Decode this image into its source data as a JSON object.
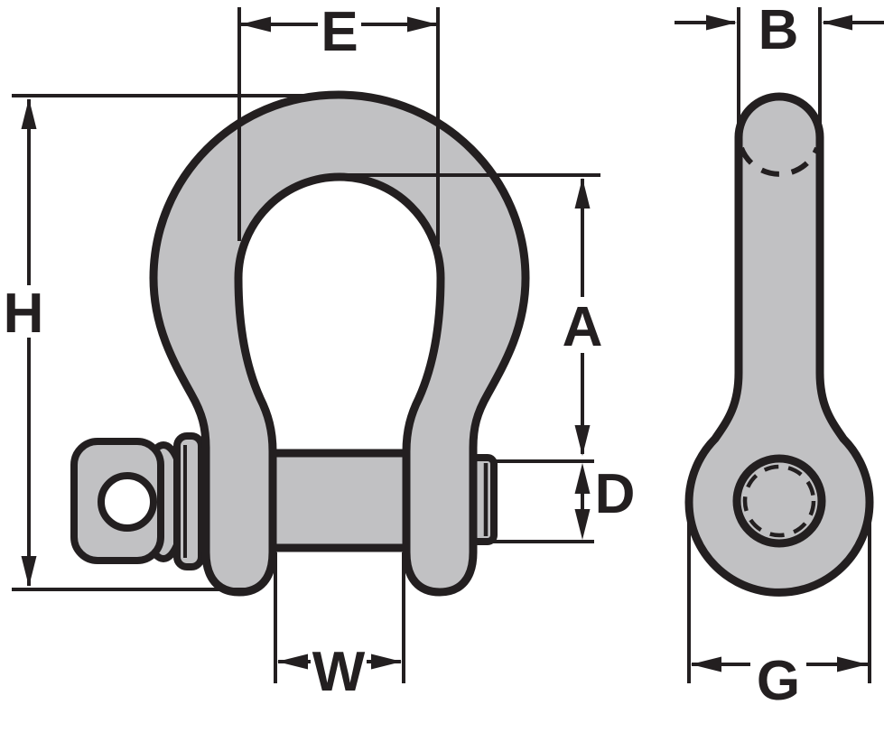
{
  "diagram": {
    "type": "technical-dimension-drawing",
    "subject": "screw-pin-anchor-shackle",
    "colors": {
      "background": "#ffffff",
      "part_fill": "#c1c1c3",
      "line": "#231f20"
    },
    "views": {
      "front": {
        "dimension_ids": [
          "E",
          "H",
          "A",
          "D",
          "W"
        ]
      },
      "side": {
        "dimension_ids": [
          "B",
          "G"
        ]
      }
    }
  },
  "labels": {
    "E": "E",
    "B": "B",
    "H": "H",
    "A": "A",
    "D": "D",
    "W": "W",
    "G": "G"
  }
}
